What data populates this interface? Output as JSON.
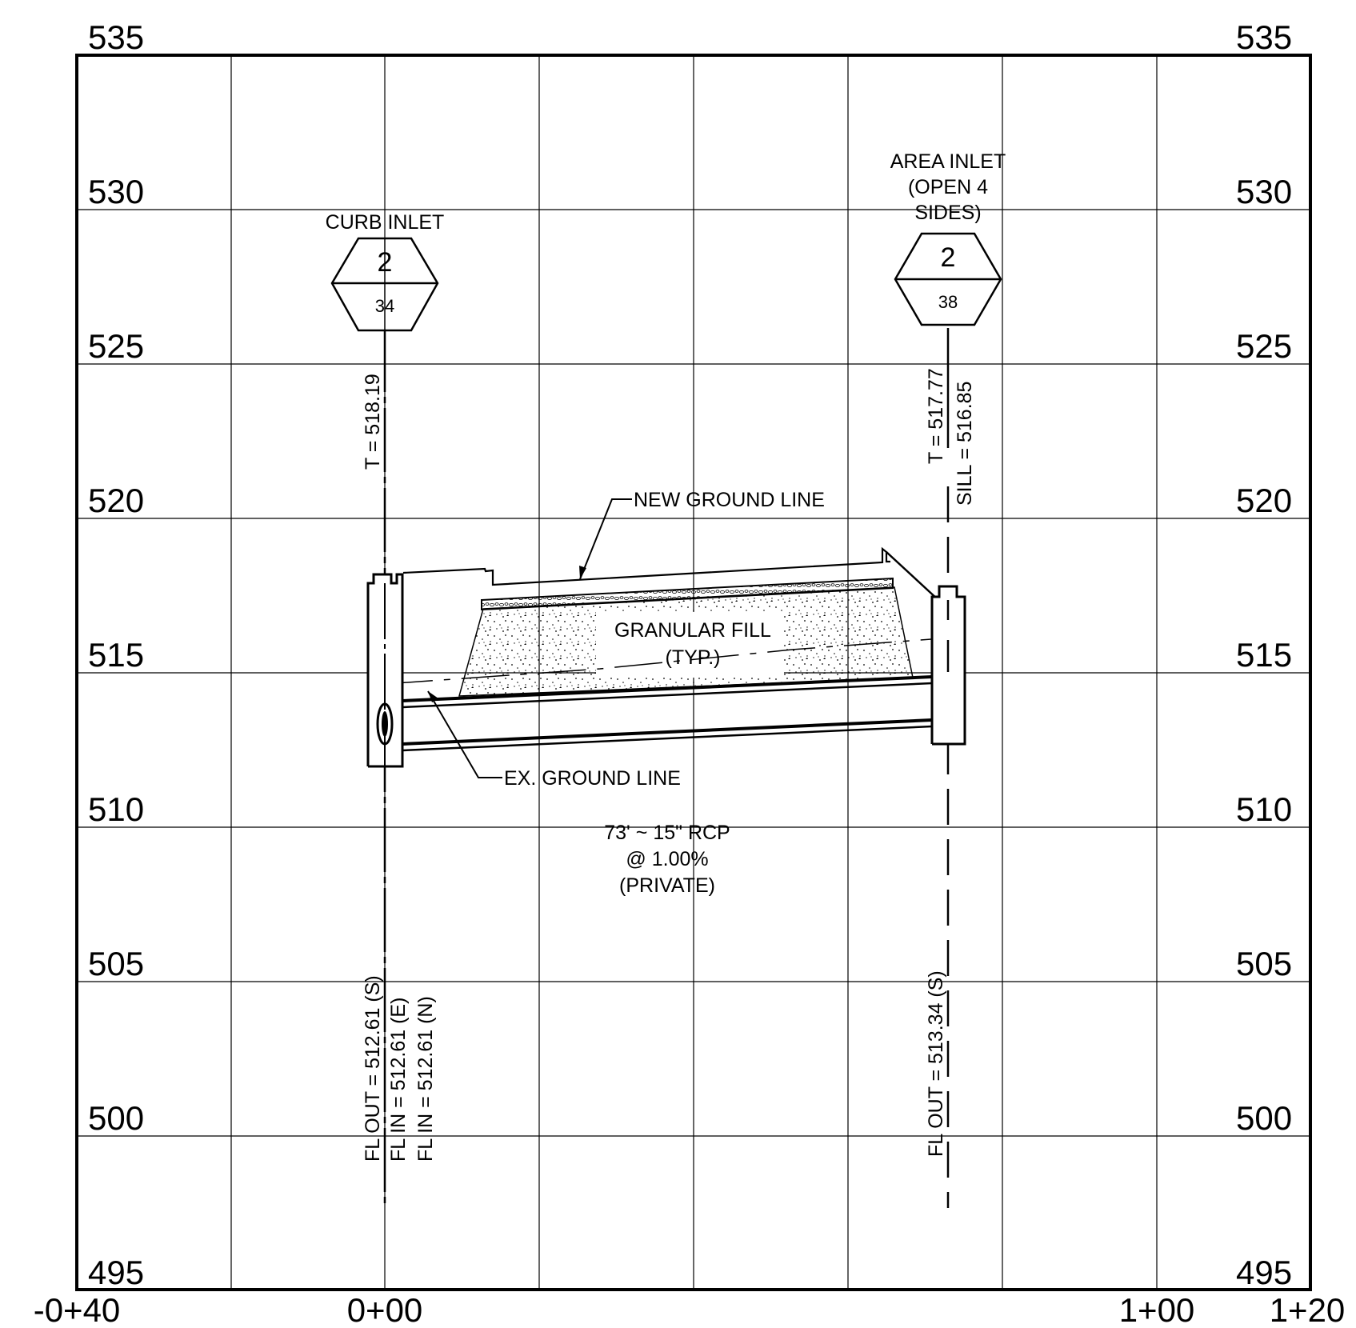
{
  "profile": {
    "elevation_ticks": [
      "535",
      "530",
      "525",
      "520",
      "515",
      "510",
      "505",
      "500",
      "495"
    ],
    "station_ticks": [
      "-0+40",
      "0+00",
      "1+00",
      "1+20"
    ]
  },
  "structures": {
    "curb_inlet": {
      "title": "CURB INLET",
      "hex_top": "2",
      "hex_bottom": "34",
      "top_elev": "T = 518.19",
      "fl_out": "FL OUT = 512.61 (S)",
      "fl_in_e": "FL IN = 512.61 (E)",
      "fl_in_n": "FL IN = 512.61 (N)"
    },
    "area_inlet": {
      "title_1": "AREA INLET",
      "title_2": "(OPEN 4",
      "title_3": "SIDES)",
      "hex_top": "2",
      "hex_bottom": "38",
      "top_elev": "T = 517.77",
      "sill_elev": "SILL = 516.85",
      "fl_out": "FL OUT = 513.34 (S)"
    }
  },
  "annotations": {
    "new_ground": "NEW GROUND LINE",
    "ex_ground": "EX. GROUND LINE",
    "fill_1": "GRANULAR FILL",
    "fill_2": "(TYP.)",
    "pipe_1": "73' ~ 15\" RCP",
    "pipe_2": "@ 1.00%",
    "pipe_3": "(PRIVATE)"
  }
}
